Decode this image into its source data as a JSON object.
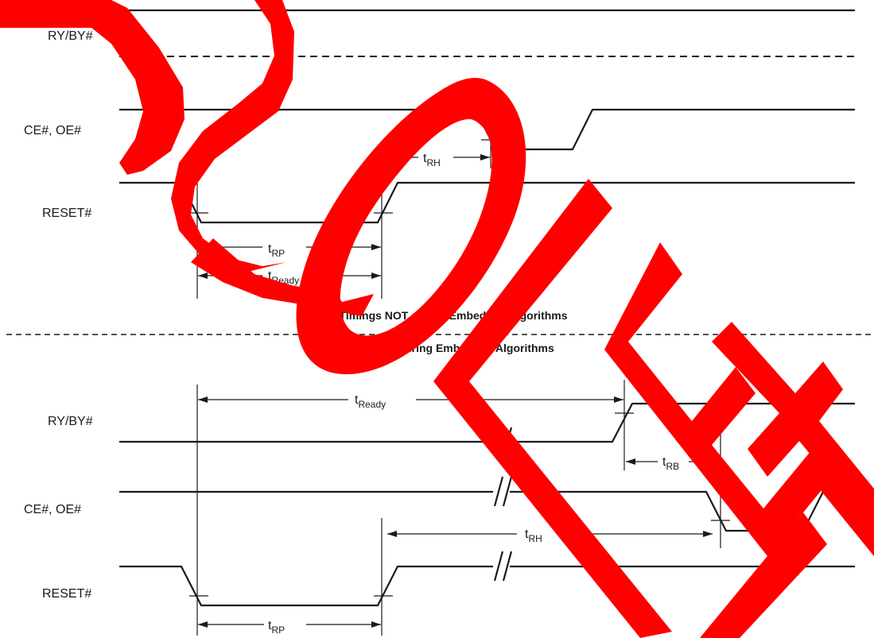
{
  "top": {
    "signals": {
      "ryby": "RY/BY#",
      "ceoe": "CE#, OE#",
      "reset": "RESET#"
    },
    "timings": {
      "trh": {
        "base": "t",
        "sub": "RH"
      },
      "trp": {
        "base": "t",
        "sub": "RP"
      },
      "tready": {
        "base": "t",
        "sub": "Ready"
      }
    },
    "caption": "Reset Timings NOT during Embedded Algorithms"
  },
  "bottom": {
    "caption": "Reset Timings during Embedded Algorithms",
    "signals": {
      "ryby": "RY/BY#",
      "ceoe": "CE#, OE#",
      "reset": "RESET#"
    },
    "timings": {
      "tready": {
        "base": "t",
        "sub": "Ready"
      },
      "trb": {
        "base": "t",
        "sub": "RB"
      },
      "trh": {
        "base": "t",
        "sub": "RH"
      },
      "trp": {
        "base": "t",
        "sub": "RP"
      }
    }
  },
  "watermark": {
    "text": "OBSOLETE",
    "color": "#ff0000"
  }
}
